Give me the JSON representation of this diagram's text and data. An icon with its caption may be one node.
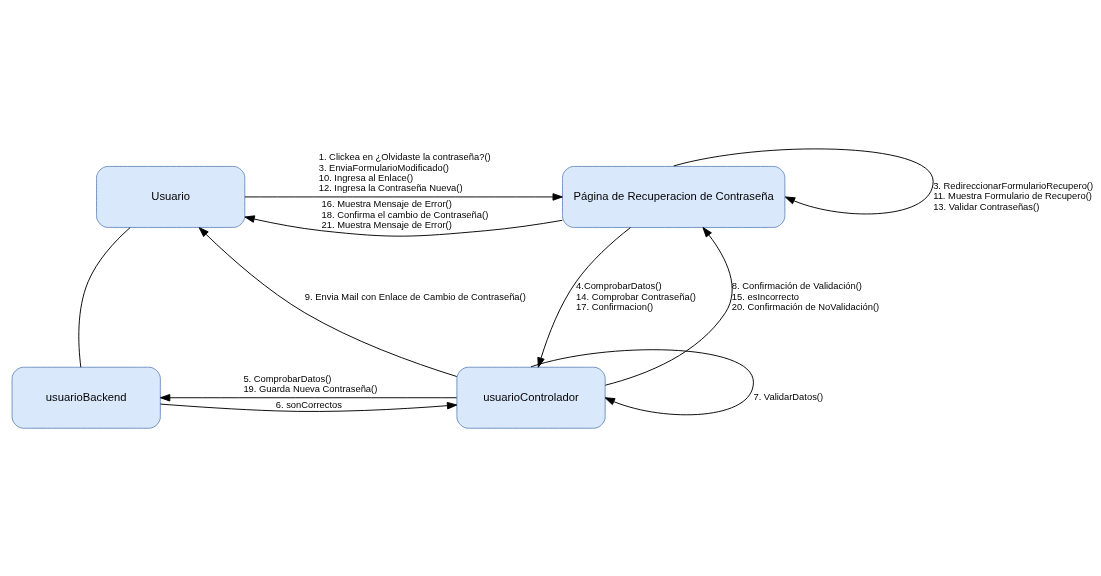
{
  "diagram": {
    "nodes": [
      {
        "text": [
          "Usuario"
        ]
      },
      {
        "text": [
          "Página de Recuperacion de Contraseña"
        ]
      },
      {
        "text": [
          "usuarioBackend"
        ]
      },
      {
        "text": [
          "usuarioControlador"
        ]
      }
    ],
    "edges": [
      {
        "from": 0,
        "to": 1,
        "arrow": "to",
        "label": "1. Clickea en ¿Olvidaste la contraseña?() 3. EnviaFormularioModificado() 10. Ingresa al Enlace() 12. Ingresa la Contraseña Nueva()"
      },
      {
        "from": 1,
        "to": 0,
        "arrow": "to",
        "label": "16. Muestra Mensaje de Error() 18. Confirma el cambio de Contraseña() 21. Muestra Mensaje de Error()"
      },
      {
        "from": 1,
        "to": 1,
        "arrow": "to",
        "label": "3. RedireccionarFormularioRecupero() 11. Muestra Formulario de Recupero() 13. Validar Contraseñas()"
      },
      {
        "from": 1,
        "to": 3,
        "arrow": "to",
        "label": "4.ComprobarDatos() 14. Comprobar Contraseña() 17. Confirmacion()"
      },
      {
        "from": 3,
        "to": 1,
        "arrow": "to",
        "label": "8. Confirmación de Validación() 15. esIncorrecto 20. Confirmación de NoValidación()"
      },
      {
        "from": 0,
        "to": 2,
        "arrow": "none"
      },
      {
        "from": 2,
        "to": 3,
        "arrow": "to",
        "label": "6. sonCorrectos"
      },
      {
        "from": 3,
        "to": 2,
        "arrow": "to",
        "label": "5. ComprobarDatos() 19. Guarda Nueva Contraseña()"
      },
      {
        "from": 3,
        "to": 3,
        "arrow": "to",
        "label": "7. ValidarDatos()"
      },
      {
        "from": 3,
        "to": 0,
        "arrow": "to",
        "label": "9. Envia Mail con Enlace de Cambio de Contraseña()"
      }
    ]
  }
}
